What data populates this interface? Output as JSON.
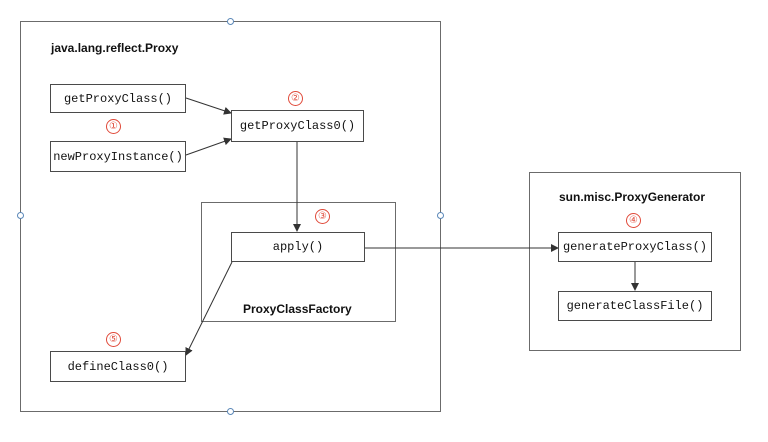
{
  "proxy": {
    "title": "java.lang.reflect.Proxy",
    "get_proxy_class": "getProxyClass()",
    "new_proxy_instance": "newProxyInstance()",
    "get_proxy_class0": "getProxyClass0()",
    "define_class0": "defineClass0()"
  },
  "factory": {
    "title": "ProxyClassFactory",
    "apply": "apply()"
  },
  "generator": {
    "title": "sun.misc.ProxyGenerator",
    "generate_proxy_class": "generateProxyClass()",
    "generate_class_file": "generateClassFile()"
  },
  "steps": [
    "①",
    "②",
    "③",
    "④",
    "⑤"
  ],
  "colors": {
    "step_badge": "#e04a3a",
    "selection_handle": "#5b88b8",
    "line": "#333333"
  }
}
